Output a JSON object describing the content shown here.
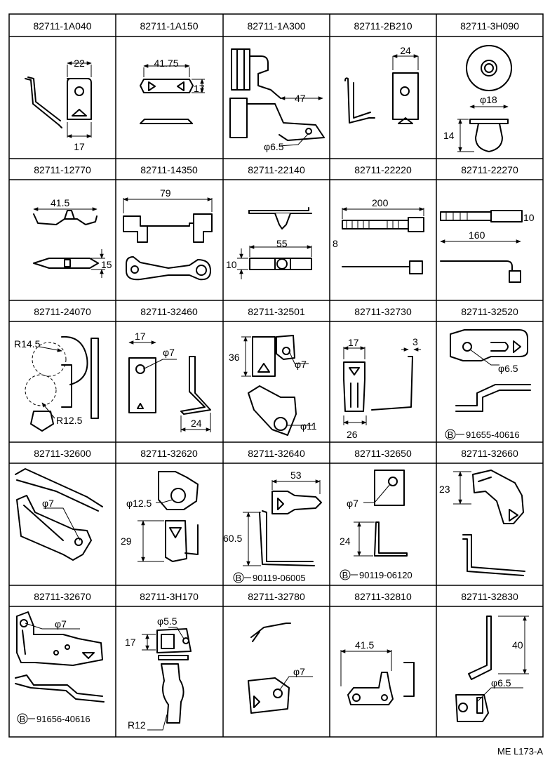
{
  "diagram": {
    "parts": [
      {
        "number": "82711-1A040",
        "dims": [
          "22",
          "17"
        ]
      },
      {
        "number": "82711-1A150",
        "dims": [
          "41.75",
          "17"
        ]
      },
      {
        "number": "82711-1A300",
        "dims": [
          "47",
          "φ6.5"
        ]
      },
      {
        "number": "82711-2B210",
        "dims": [
          "24"
        ]
      },
      {
        "number": "82711-3H090",
        "dims": [
          "φ18",
          "14"
        ]
      },
      {
        "number": "82711-12770",
        "dims": [
          "41.5",
          "15"
        ]
      },
      {
        "number": "82711-14350",
        "dims": [
          "79"
        ]
      },
      {
        "number": "82711-22140",
        "dims": [
          "55",
          "10"
        ]
      },
      {
        "number": "82711-22220",
        "dims": [
          "200",
          "8"
        ]
      },
      {
        "number": "82711-22270",
        "dims": [
          "10",
          "160"
        ]
      },
      {
        "number": "82711-24070",
        "dims": [
          "R14.5",
          "R12.5"
        ]
      },
      {
        "number": "82711-32460",
        "dims": [
          "17",
          "φ7",
          "24"
        ]
      },
      {
        "number": "82711-32501",
        "dims": [
          "36",
          "φ7",
          "φ11"
        ]
      },
      {
        "number": "82711-32730",
        "dims": [
          "17",
          "3",
          "26"
        ]
      },
      {
        "number": "82711-32520",
        "dims": [
          "φ6.5"
        ],
        "ref": "91655-40616"
      },
      {
        "number": "82711-32600",
        "dims": [
          "φ7"
        ]
      },
      {
        "number": "82711-32620",
        "dims": [
          "φ12.5",
          "29"
        ]
      },
      {
        "number": "82711-32640",
        "dims": [
          "53",
          "60.5"
        ],
        "ref": "90119-06005"
      },
      {
        "number": "82711-32650",
        "dims": [
          "φ7",
          "24"
        ],
        "ref": "90119-06120"
      },
      {
        "number": "82711-32660",
        "dims": [
          "23"
        ]
      },
      {
        "number": "82711-32670",
        "dims": [
          "φ7"
        ],
        "ref": "91656-40616"
      },
      {
        "number": "82711-3H170",
        "dims": [
          "φ5.5",
          "17",
          "R12"
        ]
      },
      {
        "number": "82711-32780",
        "dims": [
          "φ7"
        ]
      },
      {
        "number": "82711-32810",
        "dims": [
          "41.5"
        ]
      },
      {
        "number": "82711-32830",
        "dims": [
          "40",
          "φ6.5"
        ]
      }
    ],
    "ref_marker": "B",
    "drawing_code": "ME L173-A"
  }
}
